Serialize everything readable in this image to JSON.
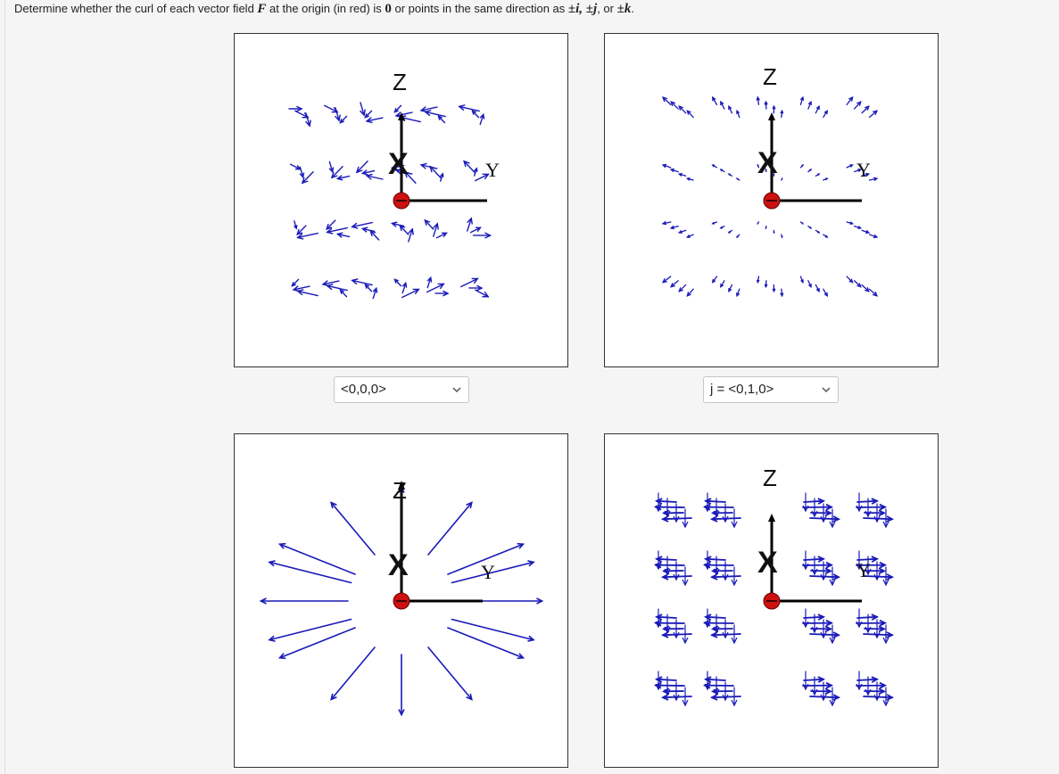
{
  "question": {
    "prefix": "Determine whether the curl of each vector field ",
    "F": "F",
    "mid": " at the origin (in red) is ",
    "zero": "0",
    "mid2": " or points in the same direction as ",
    "pi": "±i, ±j",
    "sep": ", or ",
    "pk": "±k",
    "end": "."
  },
  "axes": {
    "z": "Z",
    "x": "X",
    "y": "Y"
  },
  "panels": [
    {
      "selected": "<0,0,0>"
    },
    {
      "selected": "j = <0,1,0>"
    },
    {
      "selected": ""
    },
    {
      "selected": ""
    }
  ],
  "colors": {
    "arrow": "#1a1ab8",
    "axis": "#000000",
    "origin": "#cc1111",
    "border": "#333333"
  }
}
